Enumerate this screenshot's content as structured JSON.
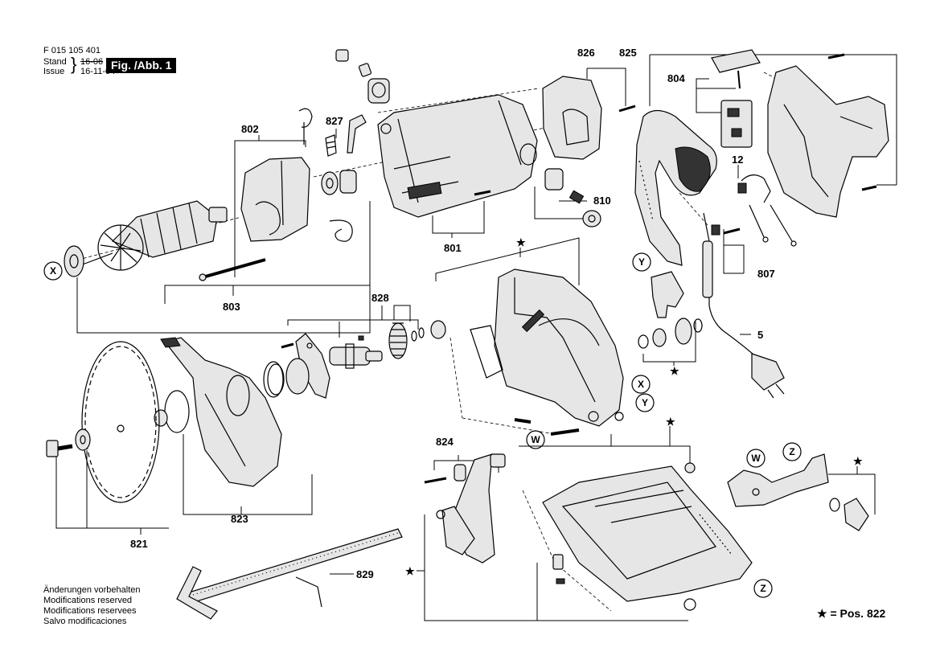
{
  "header": {
    "doc_number": "F 015 105 401",
    "stand_label": "Stand",
    "issue_label": "Issue",
    "stand_date_struck": "16-06",
    "issue_date": "16-11-04",
    "figure": "Fig. /Abb. 1"
  },
  "notes": [
    "Änderungen vorbehalten",
    "Modifications reserved",
    "Modifications reservees",
    "Salvo modificaciones"
  ],
  "legend": "★ = Pos. 822",
  "callouts": {
    "c826": "826",
    "c825": "825",
    "c804": "804",
    "c802": "802",
    "c827": "827",
    "c12": "12",
    "c810": "810",
    "c801": "801",
    "c803": "803",
    "c807": "807",
    "c828": "828",
    "c5": "5",
    "c824": "824",
    "c823": "823",
    "c821": "821",
    "c829": "829"
  },
  "markers": {
    "x": "X",
    "y": "Y",
    "w": "W",
    "z": "Z",
    "star": "★"
  }
}
